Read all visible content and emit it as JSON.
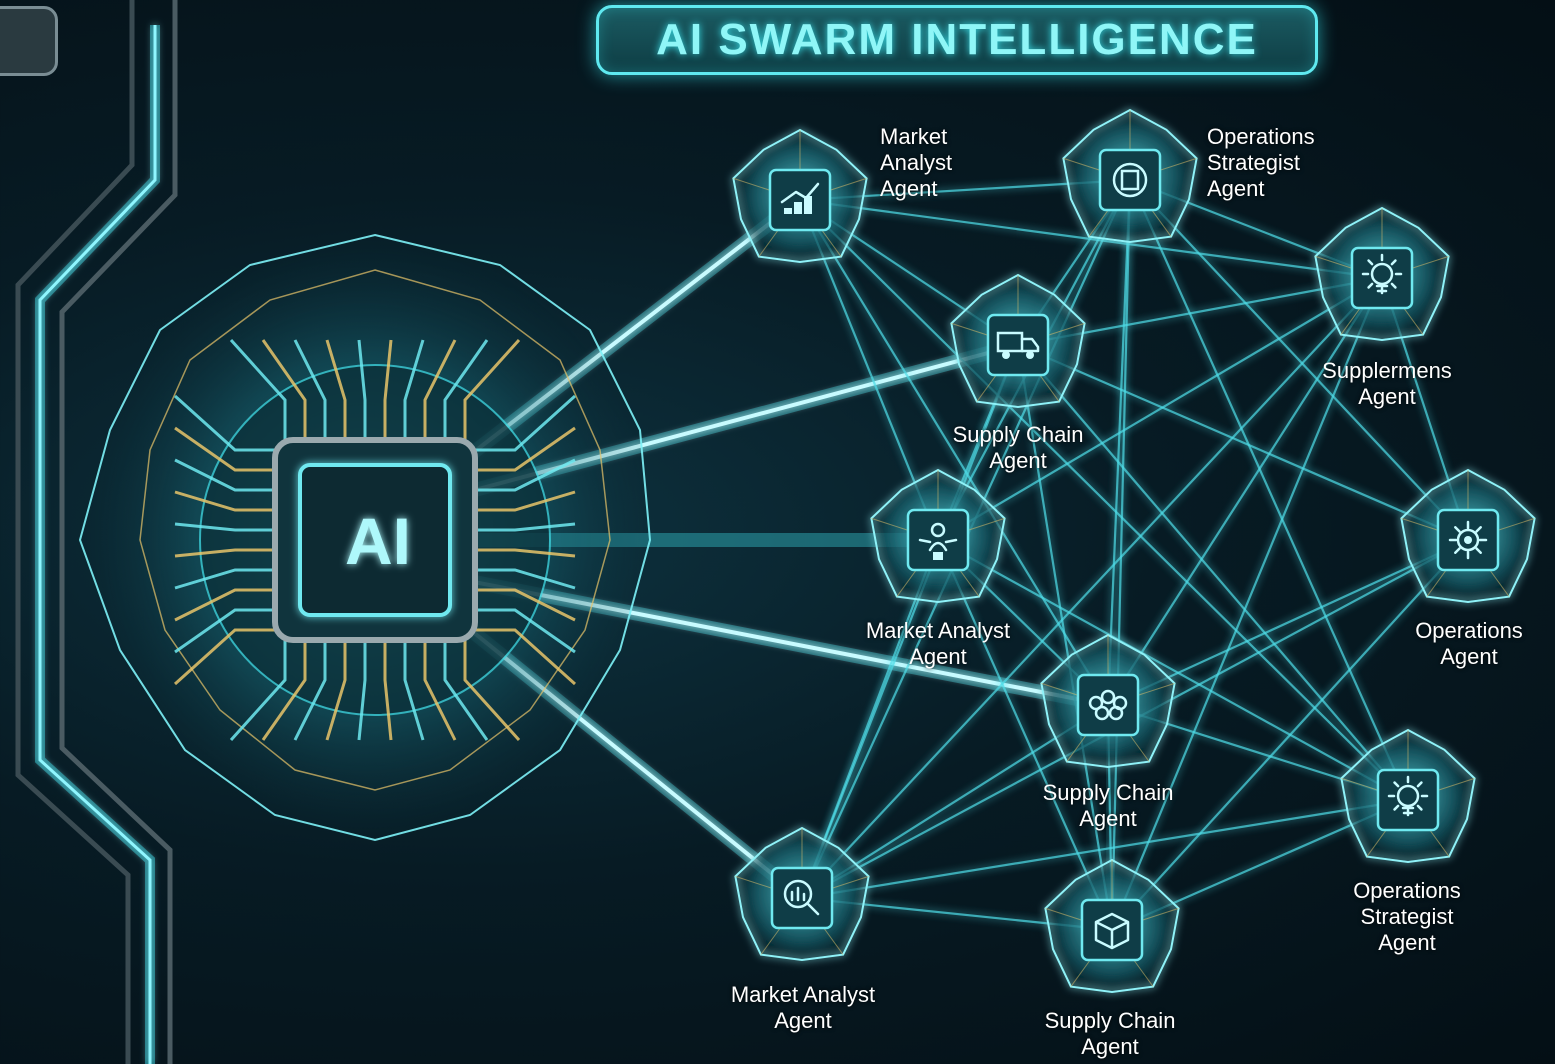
{
  "title": "AI SWARM INTELLIGENCE",
  "core": {
    "label": "AI",
    "icon": "ai-chip-icon"
  },
  "colors": {
    "accent": "#5fe9f0",
    "gold": "#e8c46a",
    "background": "#071b24"
  },
  "agents": [
    {
      "id": "a1",
      "lines": [
        "Market",
        "Analyst",
        "Agent"
      ],
      "icon": "chart-up-icon"
    },
    {
      "id": "a2",
      "lines": [
        "Operations",
        "Strategist",
        "Agent"
      ],
      "icon": "target-icon"
    },
    {
      "id": "a3",
      "lines": [
        "Supply Chain",
        "Agent"
      ],
      "icon": "truck-icon"
    },
    {
      "id": "a4",
      "lines": [
        "Supplermens",
        "Agent"
      ],
      "icon": "lightbulb-icon"
    },
    {
      "id": "a5",
      "lines": [
        "Market Analyst",
        "Agent"
      ],
      "icon": "person-network-icon"
    },
    {
      "id": "a6",
      "lines": [
        "Operations",
        "Agent"
      ],
      "icon": "gear-icon"
    },
    {
      "id": "a7",
      "lines": [
        "Supply Chain",
        "Agent"
      ],
      "icon": "boxes-icon"
    },
    {
      "id": "a8",
      "lines": [
        "Operations",
        "Strategist",
        "Agent"
      ],
      "icon": "lightbulb-icon"
    },
    {
      "id": "a9",
      "lines": [
        "Market Analyst",
        "Agent"
      ],
      "icon": "magnifier-chart-icon"
    },
    {
      "id": "a10",
      "lines": [
        "Supply Chain",
        "Agent"
      ],
      "icon": "package-icon"
    }
  ]
}
